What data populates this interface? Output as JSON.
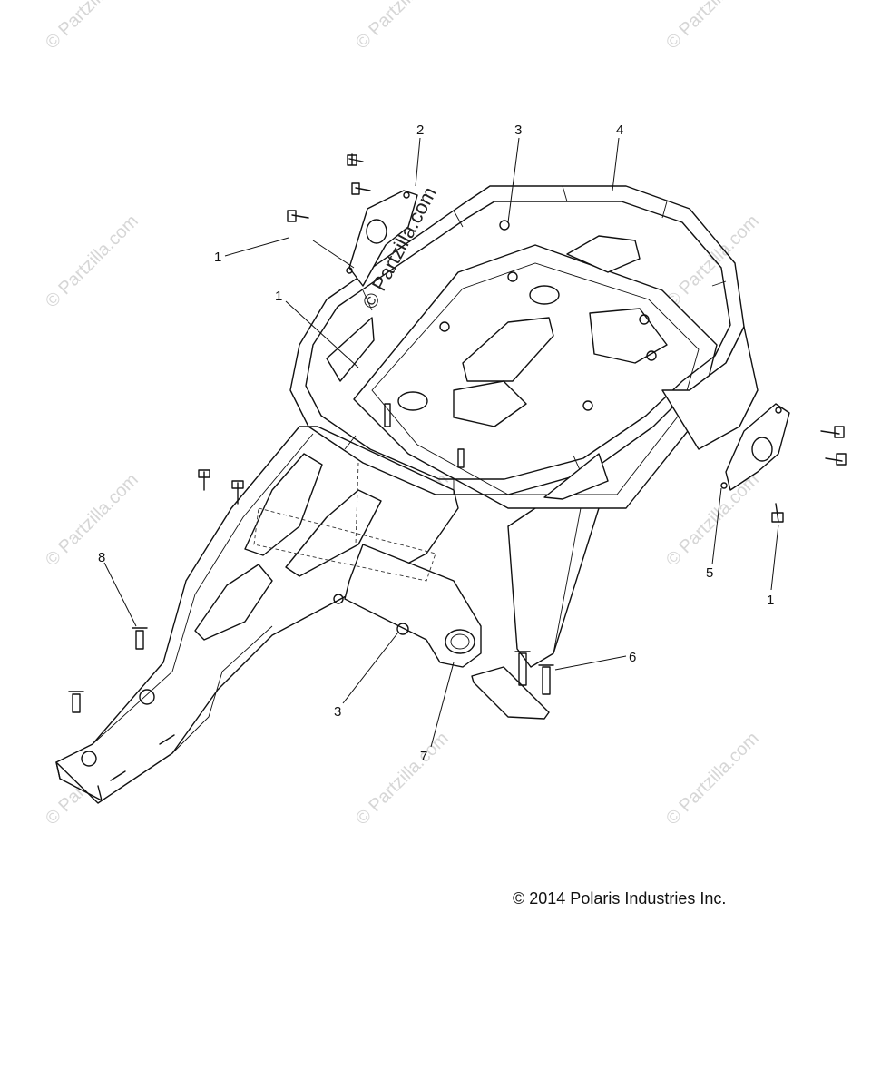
{
  "watermarks": {
    "text": "© Partzilla.com",
    "feature_text": "© Partzilla.com"
  },
  "callouts": [
    {
      "id": "c1a",
      "label": "1"
    },
    {
      "id": "c2",
      "label": "2"
    },
    {
      "id": "c3a",
      "label": "3"
    },
    {
      "id": "c4",
      "label": "4"
    },
    {
      "id": "c1b",
      "label": "1"
    },
    {
      "id": "c1c",
      "label": "1"
    },
    {
      "id": "c5",
      "label": "5"
    },
    {
      "id": "c8",
      "label": "8"
    },
    {
      "id": "c6",
      "label": "6"
    },
    {
      "id": "c3b",
      "label": "3"
    },
    {
      "id": "c7",
      "label": "7"
    }
  ],
  "copyright": "© 2014 Polaris Industries Inc."
}
